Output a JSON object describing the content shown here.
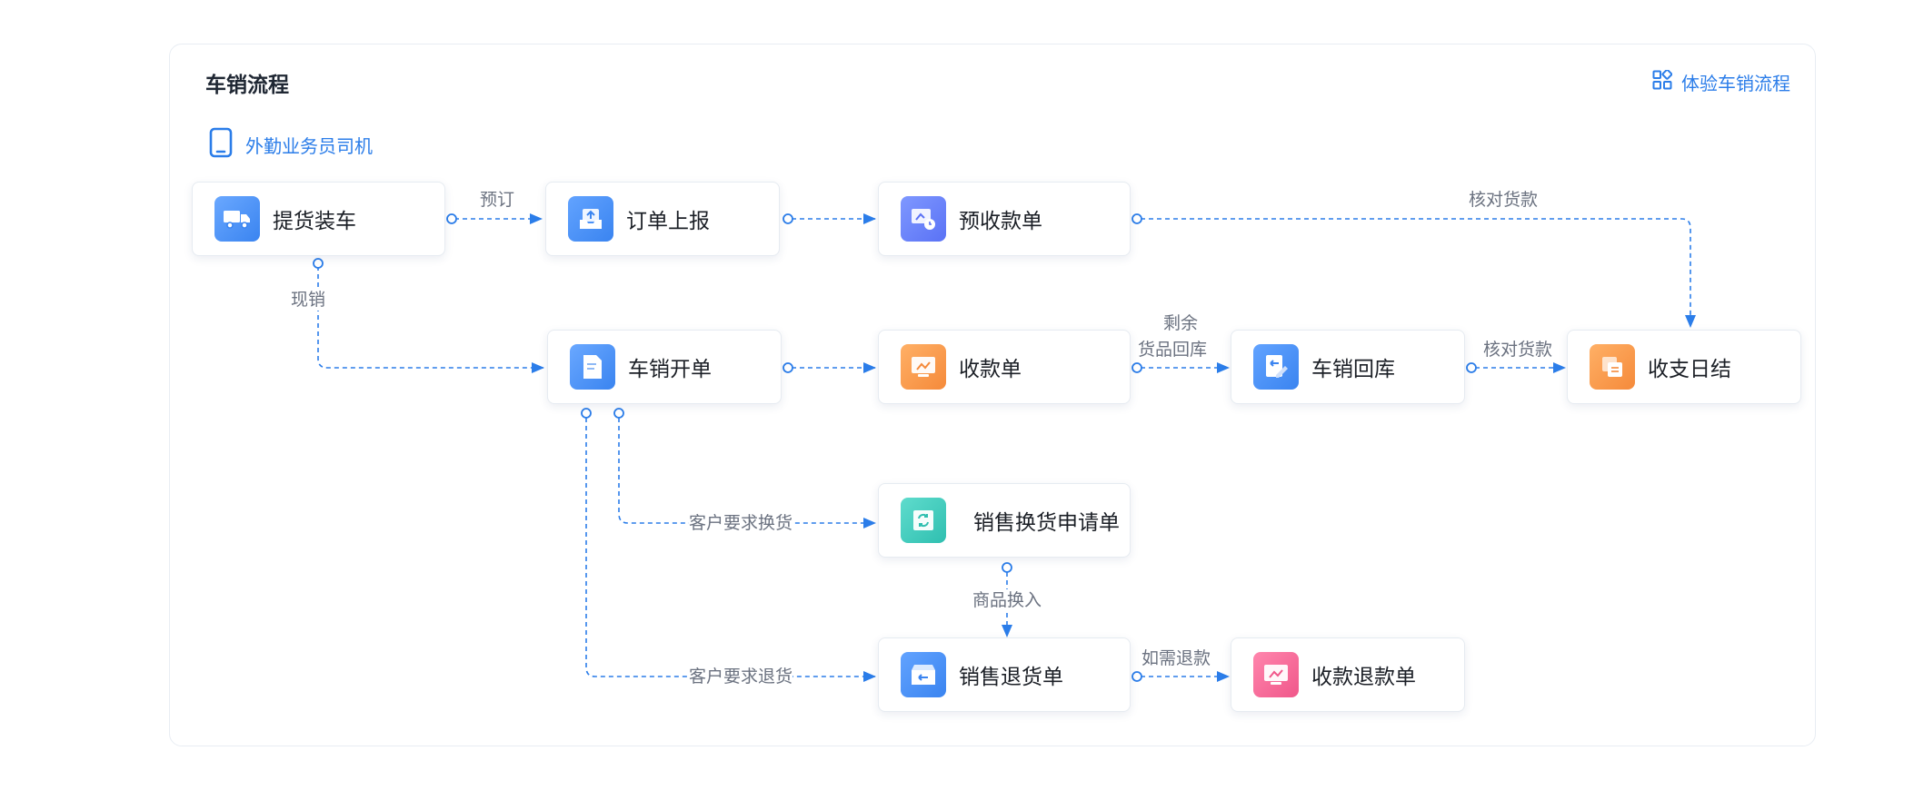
{
  "title": "车销流程",
  "experience_label": "体验车销流程",
  "role_label": "外勤业务员司机",
  "colors": {
    "accent": "#2b7de9",
    "edge": "#2b7de9"
  },
  "nodes": {
    "pickup": {
      "label": "提货装车",
      "icon": "truck-icon"
    },
    "order_report": {
      "label": "订单上报",
      "icon": "upload-tray-icon"
    },
    "prepay": {
      "label": "预收款单",
      "icon": "prepayment-icon"
    },
    "vansale": {
      "label": "车销开单",
      "icon": "document-icon"
    },
    "receipt": {
      "label": "收款单",
      "icon": "receipt-icon"
    },
    "return_stock": {
      "label": "车销回库",
      "icon": "return-stock-icon"
    },
    "daily": {
      "label": "收支日结",
      "icon": "daily-settlement-icon"
    },
    "exchange": {
      "label": "销售换货申请单",
      "icon": "exchange-icon"
    },
    "sales_return": {
      "label": "销售退货单",
      "icon": "return-box-icon"
    },
    "refund": {
      "label": "收款退款单",
      "icon": "refund-icon"
    }
  },
  "edge_labels": {
    "reserve": "预订",
    "check_goods_top": "核对货款",
    "spot_sale": "现销",
    "remaining_line1": "剩余",
    "remaining_line2": "货品回库",
    "check_goods_mid": "核对货款",
    "customer_exchange": "客户要求换货",
    "goods_swap": "商品换入",
    "customer_return": "客户要求退货",
    "refund_if_needed": "如需退款"
  }
}
